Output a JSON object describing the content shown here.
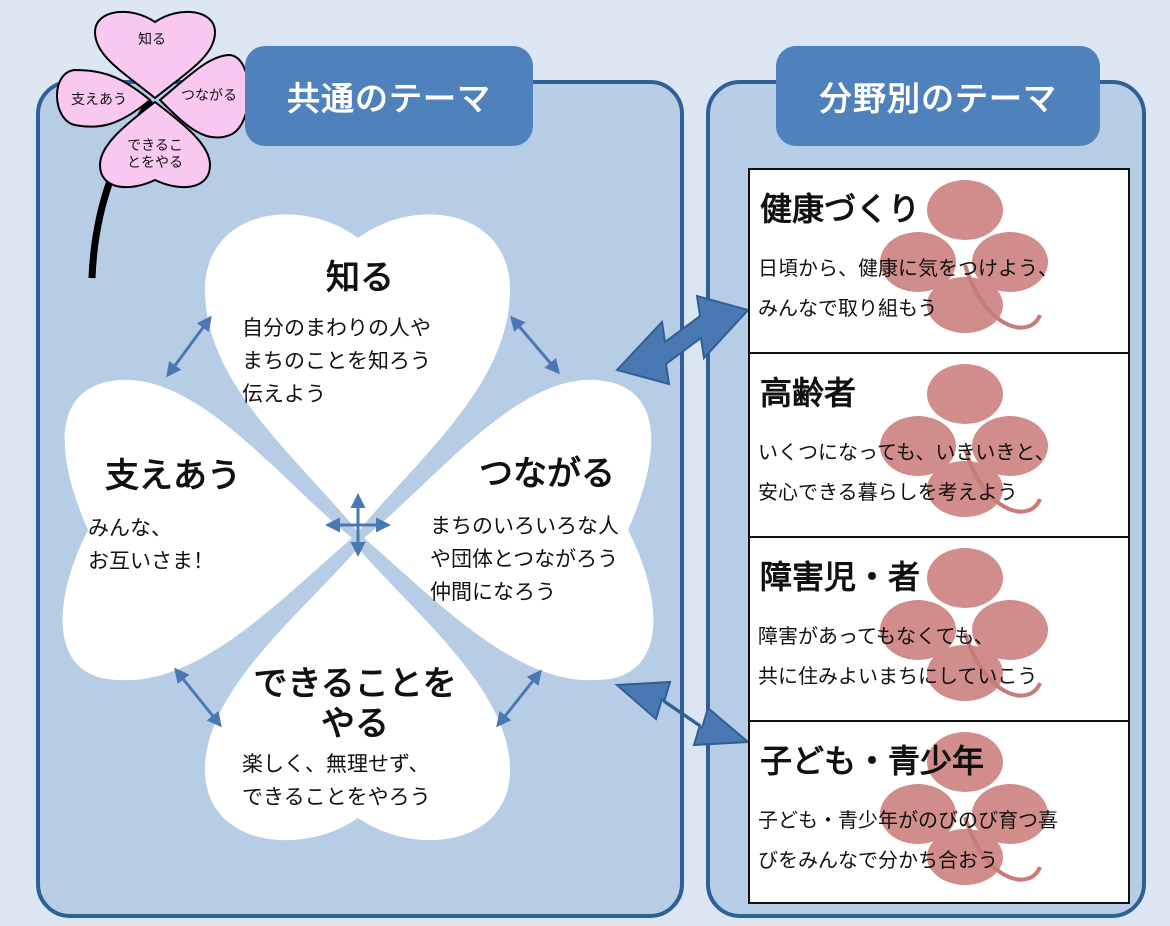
{
  "tabs": {
    "common": "共通のテーマ",
    "field": "分野別のテーマ"
  },
  "small_clover": {
    "top": "知る",
    "left": "支えあう",
    "right": "つながる",
    "bottom_line1": "できるこ",
    "bottom_line2": "とをやる"
  },
  "petals": {
    "top": {
      "title": "知る",
      "lines": [
        "自分のまわりの人や",
        "まちのことを知ろう",
        "伝えよう"
      ]
    },
    "left": {
      "title": "支えあう",
      "lines": [
        "みんな、",
        "お互いさま！"
      ]
    },
    "right": {
      "title": "つながる",
      "lines": [
        "まちのいろいろな人",
        "や団体とつながろう",
        "仲間になろう"
      ]
    },
    "bottom": {
      "title_lines": [
        "できることを",
        "やる"
      ],
      "lines": [
        "楽しく、無理せず、",
        "できることをやろう"
      ]
    }
  },
  "cards": [
    {
      "title": "健康づくり",
      "lines": [
        "日頃から、健康に気をつけよう、",
        "みんなで取り組もう"
      ]
    },
    {
      "title": "高齢者",
      "lines": [
        "いくつになっても、いきいきと、",
        "安心できる暮らしを考えよう"
      ]
    },
    {
      "title": "障害児・者",
      "lines": [
        "障害があってもなくても、",
        "共に住みよいまちにしていこう"
      ]
    },
    {
      "title": "子ども・青少年",
      "lines": [
        "子ども・青少年がのびのび育つ喜",
        "びをみんなで分かち合おう"
      ]
    }
  ],
  "colors": {
    "background": "#dce6f2",
    "panel": "#b7cde6",
    "panel_border": "#2f5f96",
    "tab": "#4f81bd",
    "small_clover": "#f9c8f0",
    "card_clover": "#c97a79",
    "arrow": "#4a78b3"
  }
}
